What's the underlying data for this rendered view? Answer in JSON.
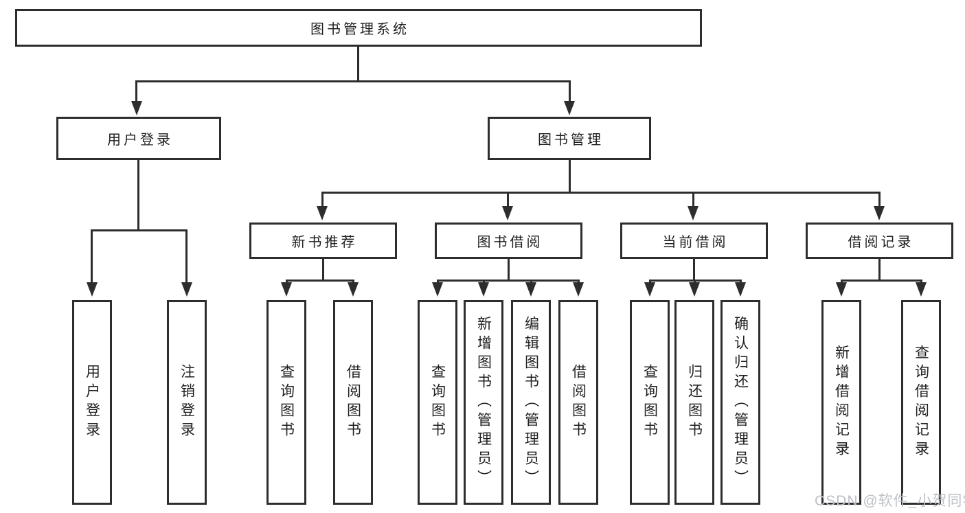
{
  "diagram": {
    "root": {
      "label": "图书管理系统"
    },
    "level2": [
      {
        "label": "用户登录"
      },
      {
        "label": "图书管理"
      }
    ],
    "level3": [
      {
        "label": "新书推荐"
      },
      {
        "label": "图书借阅"
      },
      {
        "label": "当前借阅"
      },
      {
        "label": "借阅记录"
      }
    ],
    "leaves": [
      {
        "label": "用户登录"
      },
      {
        "label": "注销登录"
      },
      {
        "label": "查询图书"
      },
      {
        "label": "借阅图书"
      },
      {
        "label": "查询图书"
      },
      {
        "label": "新增图书（管理员）"
      },
      {
        "label": "编辑图书（管理员）"
      },
      {
        "label": "借阅图书"
      },
      {
        "label": "查询图书"
      },
      {
        "label": "归还图书"
      },
      {
        "label": "确认归还（管理员）"
      },
      {
        "label": "新增借阅记录"
      },
      {
        "label": "查询借阅记录"
      }
    ]
  },
  "watermark": {
    "text": "CSDN @软件_小贺同学"
  },
  "colors": {
    "line": "#2d2d2d",
    "text": "#1f1f1f",
    "background": "#ffffff",
    "watermark": "#bdc0c6"
  }
}
